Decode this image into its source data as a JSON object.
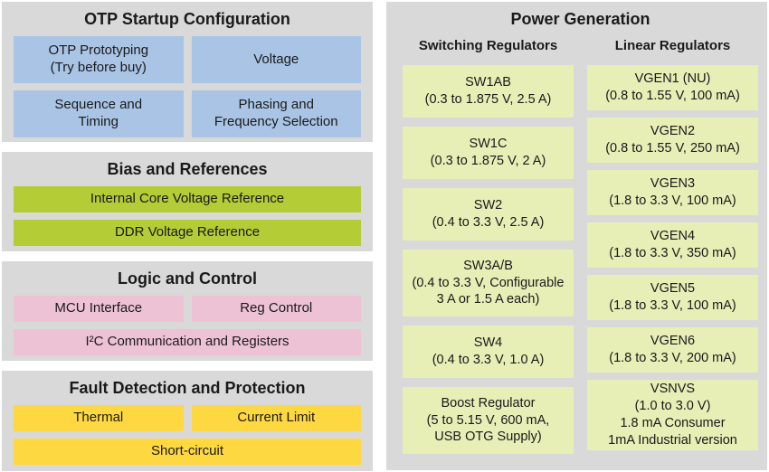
{
  "colors": {
    "page_bg": "#ffffff",
    "panel_bg": "#d9d9d9",
    "blue_block": "#a9c4e5",
    "green_block": "#b4cc35",
    "pink_block": "#eec2d5",
    "yellow_block": "#fed840",
    "pale_green_block": "#e7eeb6",
    "text": "#1a1a1a"
  },
  "left": {
    "otp_startup": {
      "title": "OTP Startup Configuration",
      "boxes": [
        "OTP Prototyping\n(Try before buy)",
        "Voltage",
        "Sequence and\nTiming",
        "Phasing and\nFrequency Selection"
      ]
    },
    "bias_references": {
      "title": "Bias and References",
      "boxes": [
        "Internal Core Voltage Reference",
        "DDR Voltage Reference"
      ]
    },
    "logic_control": {
      "title": "Logic and Control",
      "boxes": [
        "MCU Interface",
        "Reg Control",
        "I²C Communication and Registers"
      ]
    },
    "fault_protection": {
      "title": "Fault Detection and Protection",
      "boxes": [
        "Thermal",
        "Current Limit",
        "Short-circuit"
      ]
    }
  },
  "right": {
    "title": "Power Generation",
    "switching": {
      "header": "Switching Regulators",
      "boxes": [
        "SW1AB\n(0.3 to 1.875 V, 2.5 A)",
        "SW1C\n(0.3 to 1.875 V, 2 A)",
        "SW2\n(0.4 to 3.3 V, 2.5 A)",
        "SW3A/B\n(0.4 to 3.3 V, Configurable\n3 A or 1.5 A each)",
        "SW4\n(0.4 to 3.3 V, 1.0 A)",
        "Boost Regulator\n(5 to 5.15 V, 600 mA,\nUSB OTG Supply)"
      ]
    },
    "linear": {
      "header": "Linear Regulators",
      "boxes": [
        "VGEN1 (NU)\n(0.8 to 1.55 V, 100 mA)",
        "VGEN2\n(0.8 to 1.55 V, 250 mA)",
        "VGEN3\n(1.8 to 3.3 V, 100 mA)",
        "VGEN4\n(1.8 to 3.3 V, 350 mA)",
        "VGEN5\n(1.8 to 3.3 V, 100 mA)",
        "VGEN6\n(1.8 to 3.3 V, 200 mA)",
        "VSNVS\n(1.0 to 3.0 V)\n1.8 mA Consumer\n1mA Industrial version"
      ]
    }
  }
}
